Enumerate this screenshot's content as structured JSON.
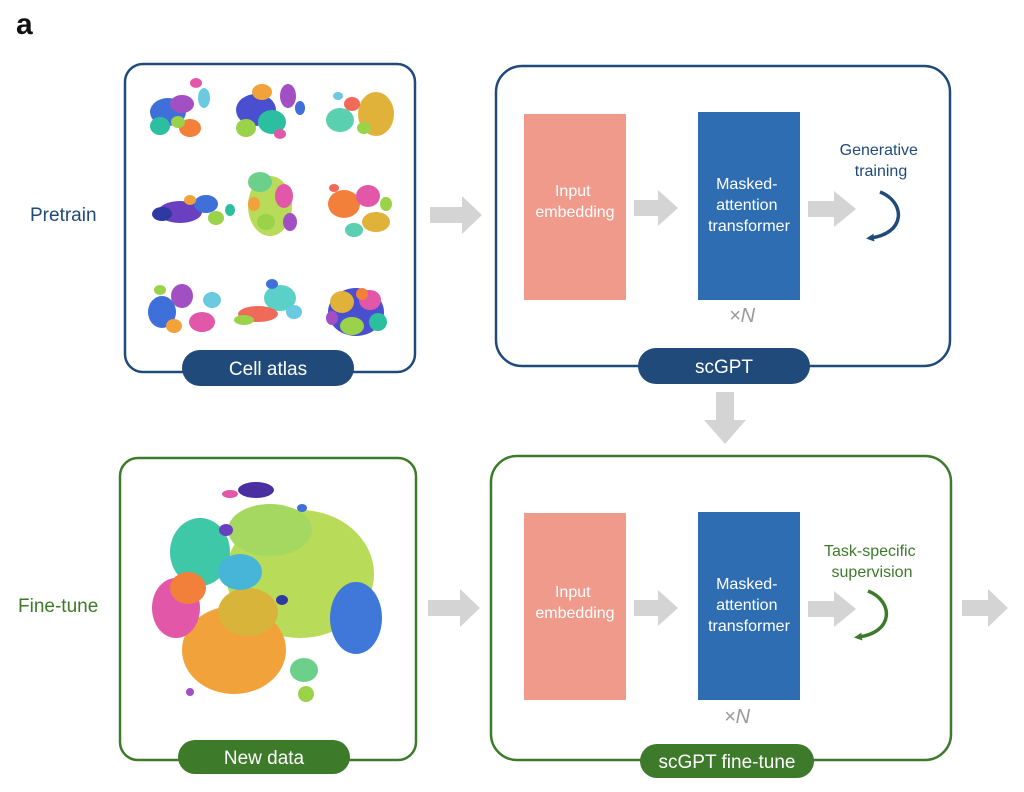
{
  "panel_label": "a",
  "colors": {
    "pretrain": "#1f4a7a",
    "finetune": "#3d7a2a",
    "embedding": "#f09a8c",
    "transformer": "#2f6db3",
    "arrow": "#d4d4d4",
    "multiplier": "#9a9a9a"
  },
  "pretrain": {
    "row_label": "Pretrain",
    "data_box_label": "Cell atlas",
    "model_box_label": "scGPT",
    "embedding_label": "Input embedding",
    "transformer_label": "Masked-attention transformer",
    "multiplier_label": "×N",
    "objective_label": "Generative training"
  },
  "finetune": {
    "row_label": "Fine-tune",
    "data_box_label": "New data",
    "model_box_label": "scGPT fine-tune",
    "embedding_label": "Input embedding",
    "transformer_label": "Masked-attention transformer",
    "multiplier_label": "×N",
    "objective_label": "Task-specific supervision"
  },
  "icons": {
    "flow_arrow": "right-arrow-icon",
    "down_arrow": "down-arrow-icon",
    "loop_arrow": "curved-loop-arrow-icon"
  }
}
